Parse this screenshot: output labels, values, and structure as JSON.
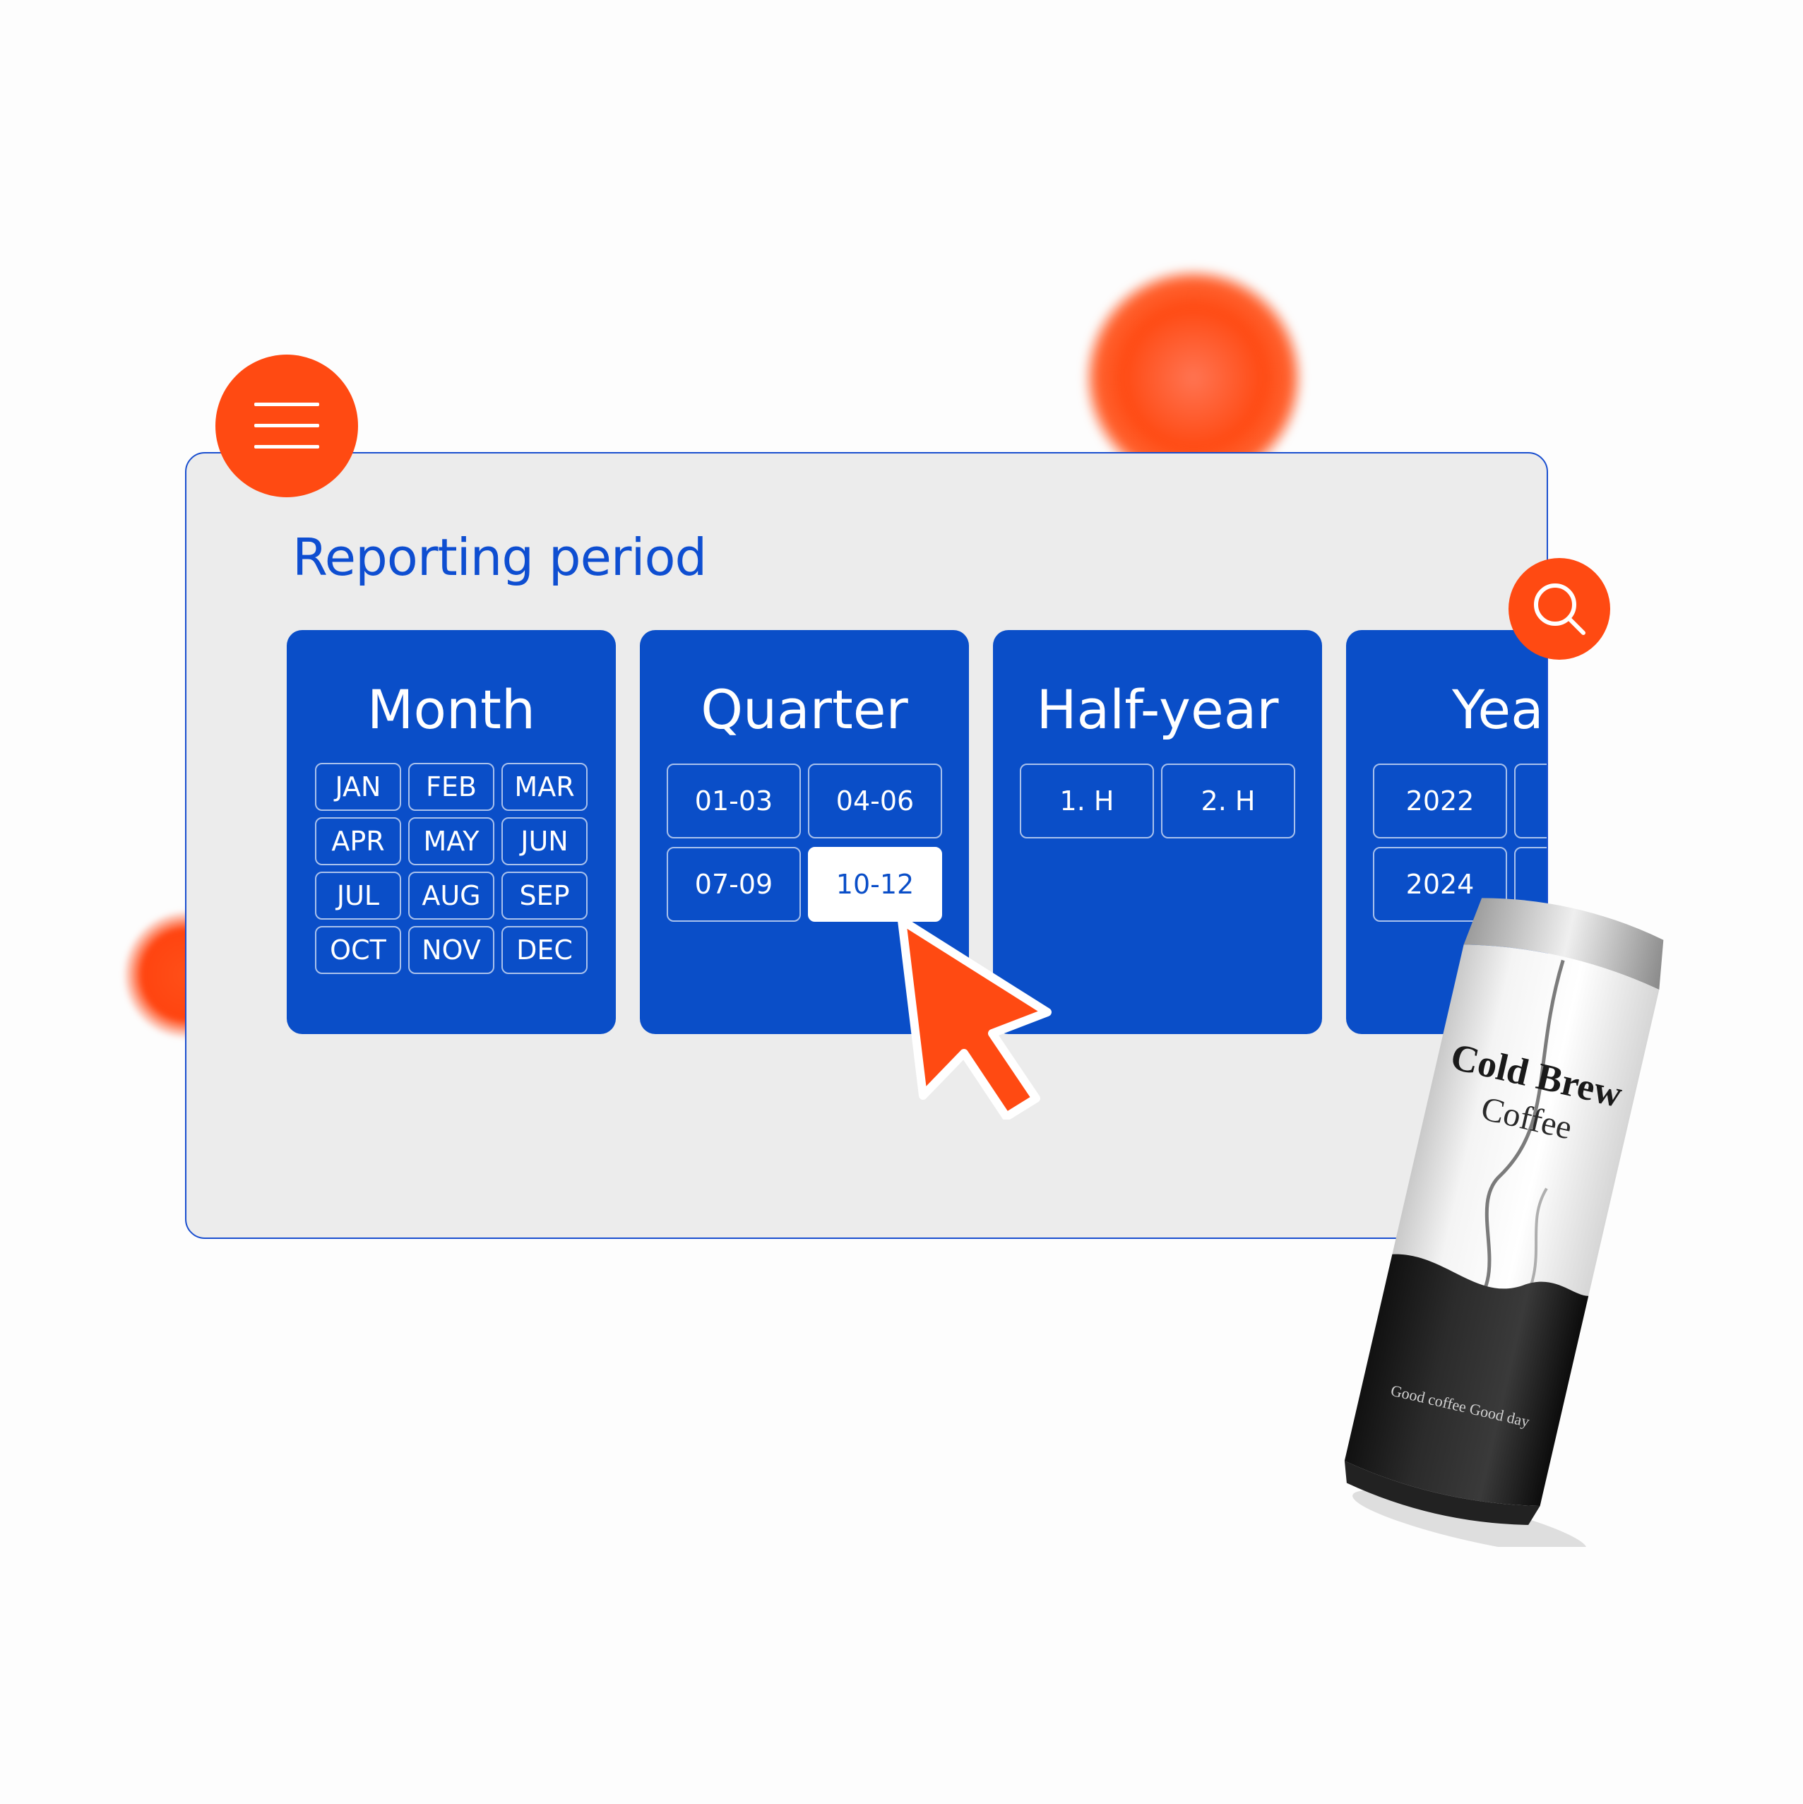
{
  "panel": {
    "title": "Reporting period",
    "cards": [
      {
        "label": "Month",
        "options": [
          "JAN",
          "FEB",
          "MAR",
          "APR",
          "MAY",
          "JUN",
          "JUL",
          "AUG",
          "SEP",
          "OCT",
          "NOV",
          "DEC"
        ]
      },
      {
        "label": "Quarter",
        "options": [
          "01-03",
          "04-06",
          "07-09",
          "10-12"
        ],
        "selected": "10-12"
      },
      {
        "label": "Half-year",
        "options": [
          "1. H",
          "2. H"
        ]
      },
      {
        "label": "Yea",
        "options": [
          "2022",
          "2024"
        ]
      }
    ]
  },
  "icons": {
    "menu": "hamburger-menu-icon",
    "search": "search-icon",
    "cursor": "mouse-pointer-icon"
  },
  "product": {
    "line1": "Cold Brew",
    "line2": "Coffee",
    "tagline": "Good coffee Good day"
  },
  "colors": {
    "accent_blue": "#0a4ec8",
    "accent_orange": "#ff4a12",
    "panel_bg": "#ececec"
  }
}
